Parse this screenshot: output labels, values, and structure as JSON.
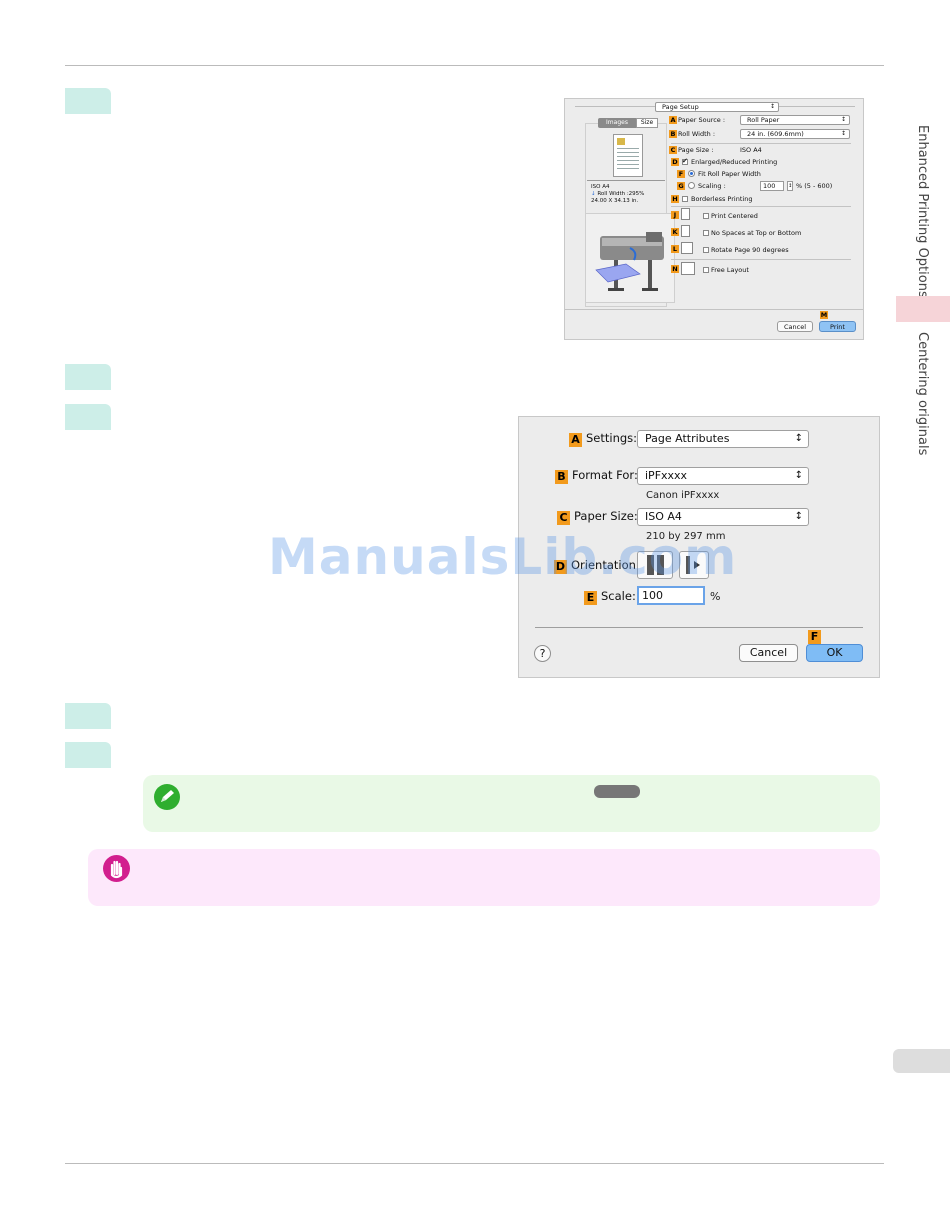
{
  "side_tabs": {
    "section": "Enhanced Printing Options",
    "subsection": "Centering originals"
  },
  "dialog_small": {
    "title": "Page Setup",
    "tabs": [
      "Images",
      "Size"
    ],
    "rows": {
      "A": {
        "letter": "A",
        "label": "Paper Source :",
        "value": "Roll Paper"
      },
      "B": {
        "letter": "B",
        "label": "Roll Width :",
        "value": "24 in. (609.6mm)"
      },
      "C": {
        "letter": "C",
        "label": "Page Size :",
        "value": "ISO A4"
      },
      "D": {
        "letter": "D",
        "label": "Enlarged/Reduced Printing"
      },
      "F": {
        "letter": "F",
        "label": "Fit Roll Paper Width"
      },
      "G": {
        "letter": "G",
        "label": "Scaling :",
        "value": "100",
        "range": "% (5 - 600)"
      },
      "H": {
        "letter": "H",
        "label": "Borderless Printing"
      },
      "J": {
        "letter": "J",
        "label": "Print Centered"
      },
      "K": {
        "letter": "K",
        "label": "No Spaces at Top or Bottom"
      },
      "L": {
        "letter": "L",
        "label": "Rotate Page 90 degrees"
      },
      "N": {
        "letter": "N",
        "label": "Free Layout"
      },
      "M": {
        "letter": "M"
      }
    },
    "preview_info": {
      "line1": "ISO A4",
      "line2": "Roll Width :295%",
      "line3": "24.00 X 34.13 in."
    },
    "cancel_label": "Cancel",
    "print_label": "Print"
  },
  "dialog_large": {
    "settings": {
      "letter": "A",
      "label": "Settings:",
      "value": "Page Attributes"
    },
    "format_for": {
      "letter": "B",
      "label": "Format For:",
      "value": "iPFxxxx",
      "sub": "Canon iPFxxxx"
    },
    "paper_size": {
      "letter": "C",
      "label": "Paper Size:",
      "value": "ISO A4",
      "sub": "210 by 297 mm"
    },
    "orientation": {
      "letter": "D",
      "label": "Orientation:"
    },
    "scale": {
      "letter": "E",
      "label": "Scale:",
      "value": "100",
      "unit": "%"
    },
    "ok_letter": "F",
    "help_label": "?",
    "cancel_label": "Cancel",
    "ok_label": "OK"
  },
  "watermark": "ManualsLib.com",
  "colors": {
    "accent": "#f29a1c",
    "step_box": "#cdeee8",
    "note_bg": "#e9f9e6",
    "important_bg": "#fde8fb"
  }
}
